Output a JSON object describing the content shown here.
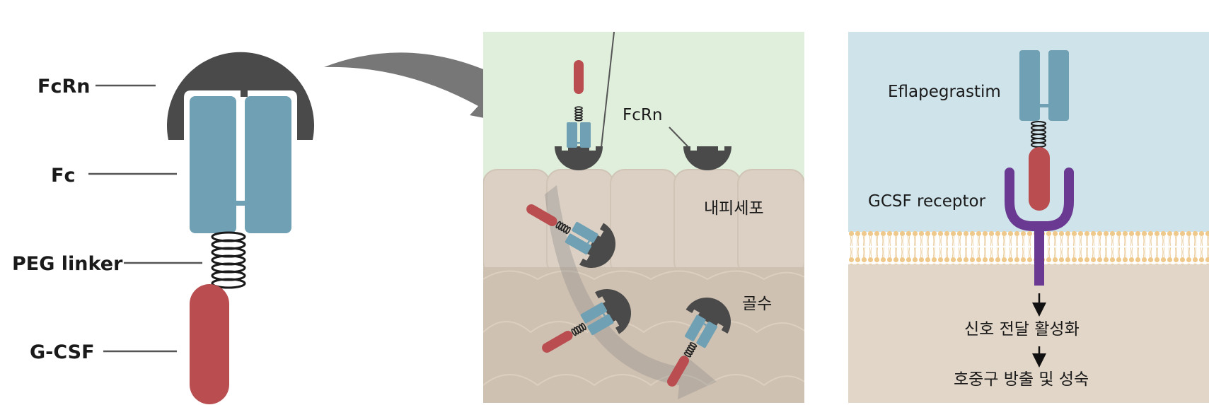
{
  "structure_labels": {
    "fcrn": "FcRn",
    "fc": "Fc",
    "peg_linker": "PEG linker",
    "gcsf": "G-CSF"
  },
  "mechanism_panel": {
    "fcrn_label": "FcRn",
    "endothelial_label": "내피세포",
    "bone_marrow_label": "골수"
  },
  "receptor_panel": {
    "drug_label": "Eflapegrastim",
    "receptor_label": "GCSF receptor",
    "step1": "신호 전달 활성화",
    "step2": "호중구 방출 및 성숙"
  },
  "colors": {
    "fc_blue": "#6fa0b4",
    "gcsf_red": "#b94d50",
    "fcrn_dark": "#4a4a4a",
    "receptor_purple": "#6a3a92",
    "panel_green": "#e0eedc",
    "panel_blue": "#cfe3ea",
    "tissue_light": "#dbd0c3",
    "tissue_dark": "#cfc1b1",
    "membrane": "#efc98b"
  }
}
